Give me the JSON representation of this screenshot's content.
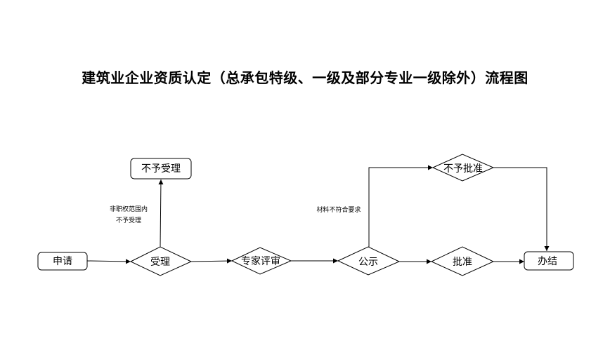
{
  "title": "建筑业企业资质认定（总承包特级、一级及部分专业一级除外）流程图",
  "nodes": {
    "apply": "申请",
    "accept": "受理",
    "reject_accept": "不予受理",
    "expert_review": "专家评审",
    "publicity": "公示",
    "approve": "批准",
    "reject_approve": "不予批准",
    "complete": "办结"
  },
  "edge_labels": {
    "out_of_scope_line1": "非职权范围内",
    "out_of_scope_line2": "不予受理",
    "materials_noncompliant": "材料不符合要求"
  }
}
